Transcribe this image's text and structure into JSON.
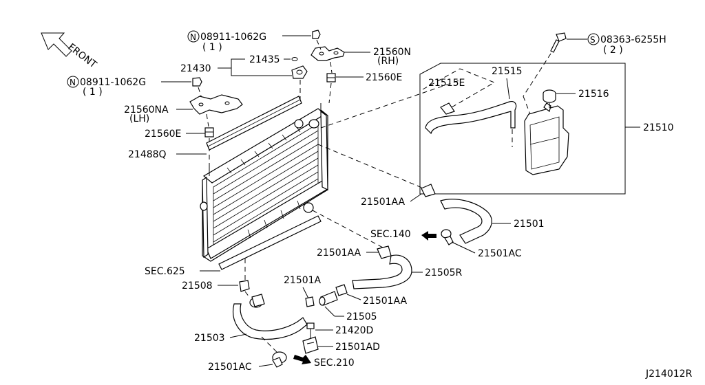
{
  "front_label": "FRONT",
  "drawing_id": "J214012R",
  "labels": {
    "nut_upper_code": "08911-1062G",
    "nut_upper_qty": "( 1 )",
    "nut_left_code": "08911-1062G",
    "nut_left_qty": "( 1 )",
    "bolt_code": "08363-6255H",
    "bolt_qty": "( 2 )",
    "p21435": "21435",
    "p21430": "21430",
    "p21560n": "21560N",
    "p21560n_side": "(RH)",
    "p21560e_r": "21560E",
    "p21515": "21515",
    "p21515e": "21515E",
    "p21516": "21516",
    "p21510": "21510",
    "p21560na": "21560NA",
    "p21560na_side": "(LH)",
    "p21560e_l": "21560E",
    "p21488q": "21488Q",
    "p21501aa_1": "21501AA",
    "p21501": "21501",
    "sec140": "SEC.140",
    "p21501ac_r": "21501AC",
    "p21501aa_2": "21501AA",
    "p21505r": "21505R",
    "sec625": "SEC.625",
    "p21508": "21508",
    "p21501a": "21501A",
    "p21501aa_3": "21501AA",
    "p21505": "21505",
    "p21420d": "21420D",
    "p21503": "21503",
    "p21501ad": "21501AD",
    "p21501ac_l": "21501AC",
    "sec210": "SEC.210"
  },
  "symbols": {
    "nut_symbol": "N",
    "bolt_symbol": "S"
  }
}
